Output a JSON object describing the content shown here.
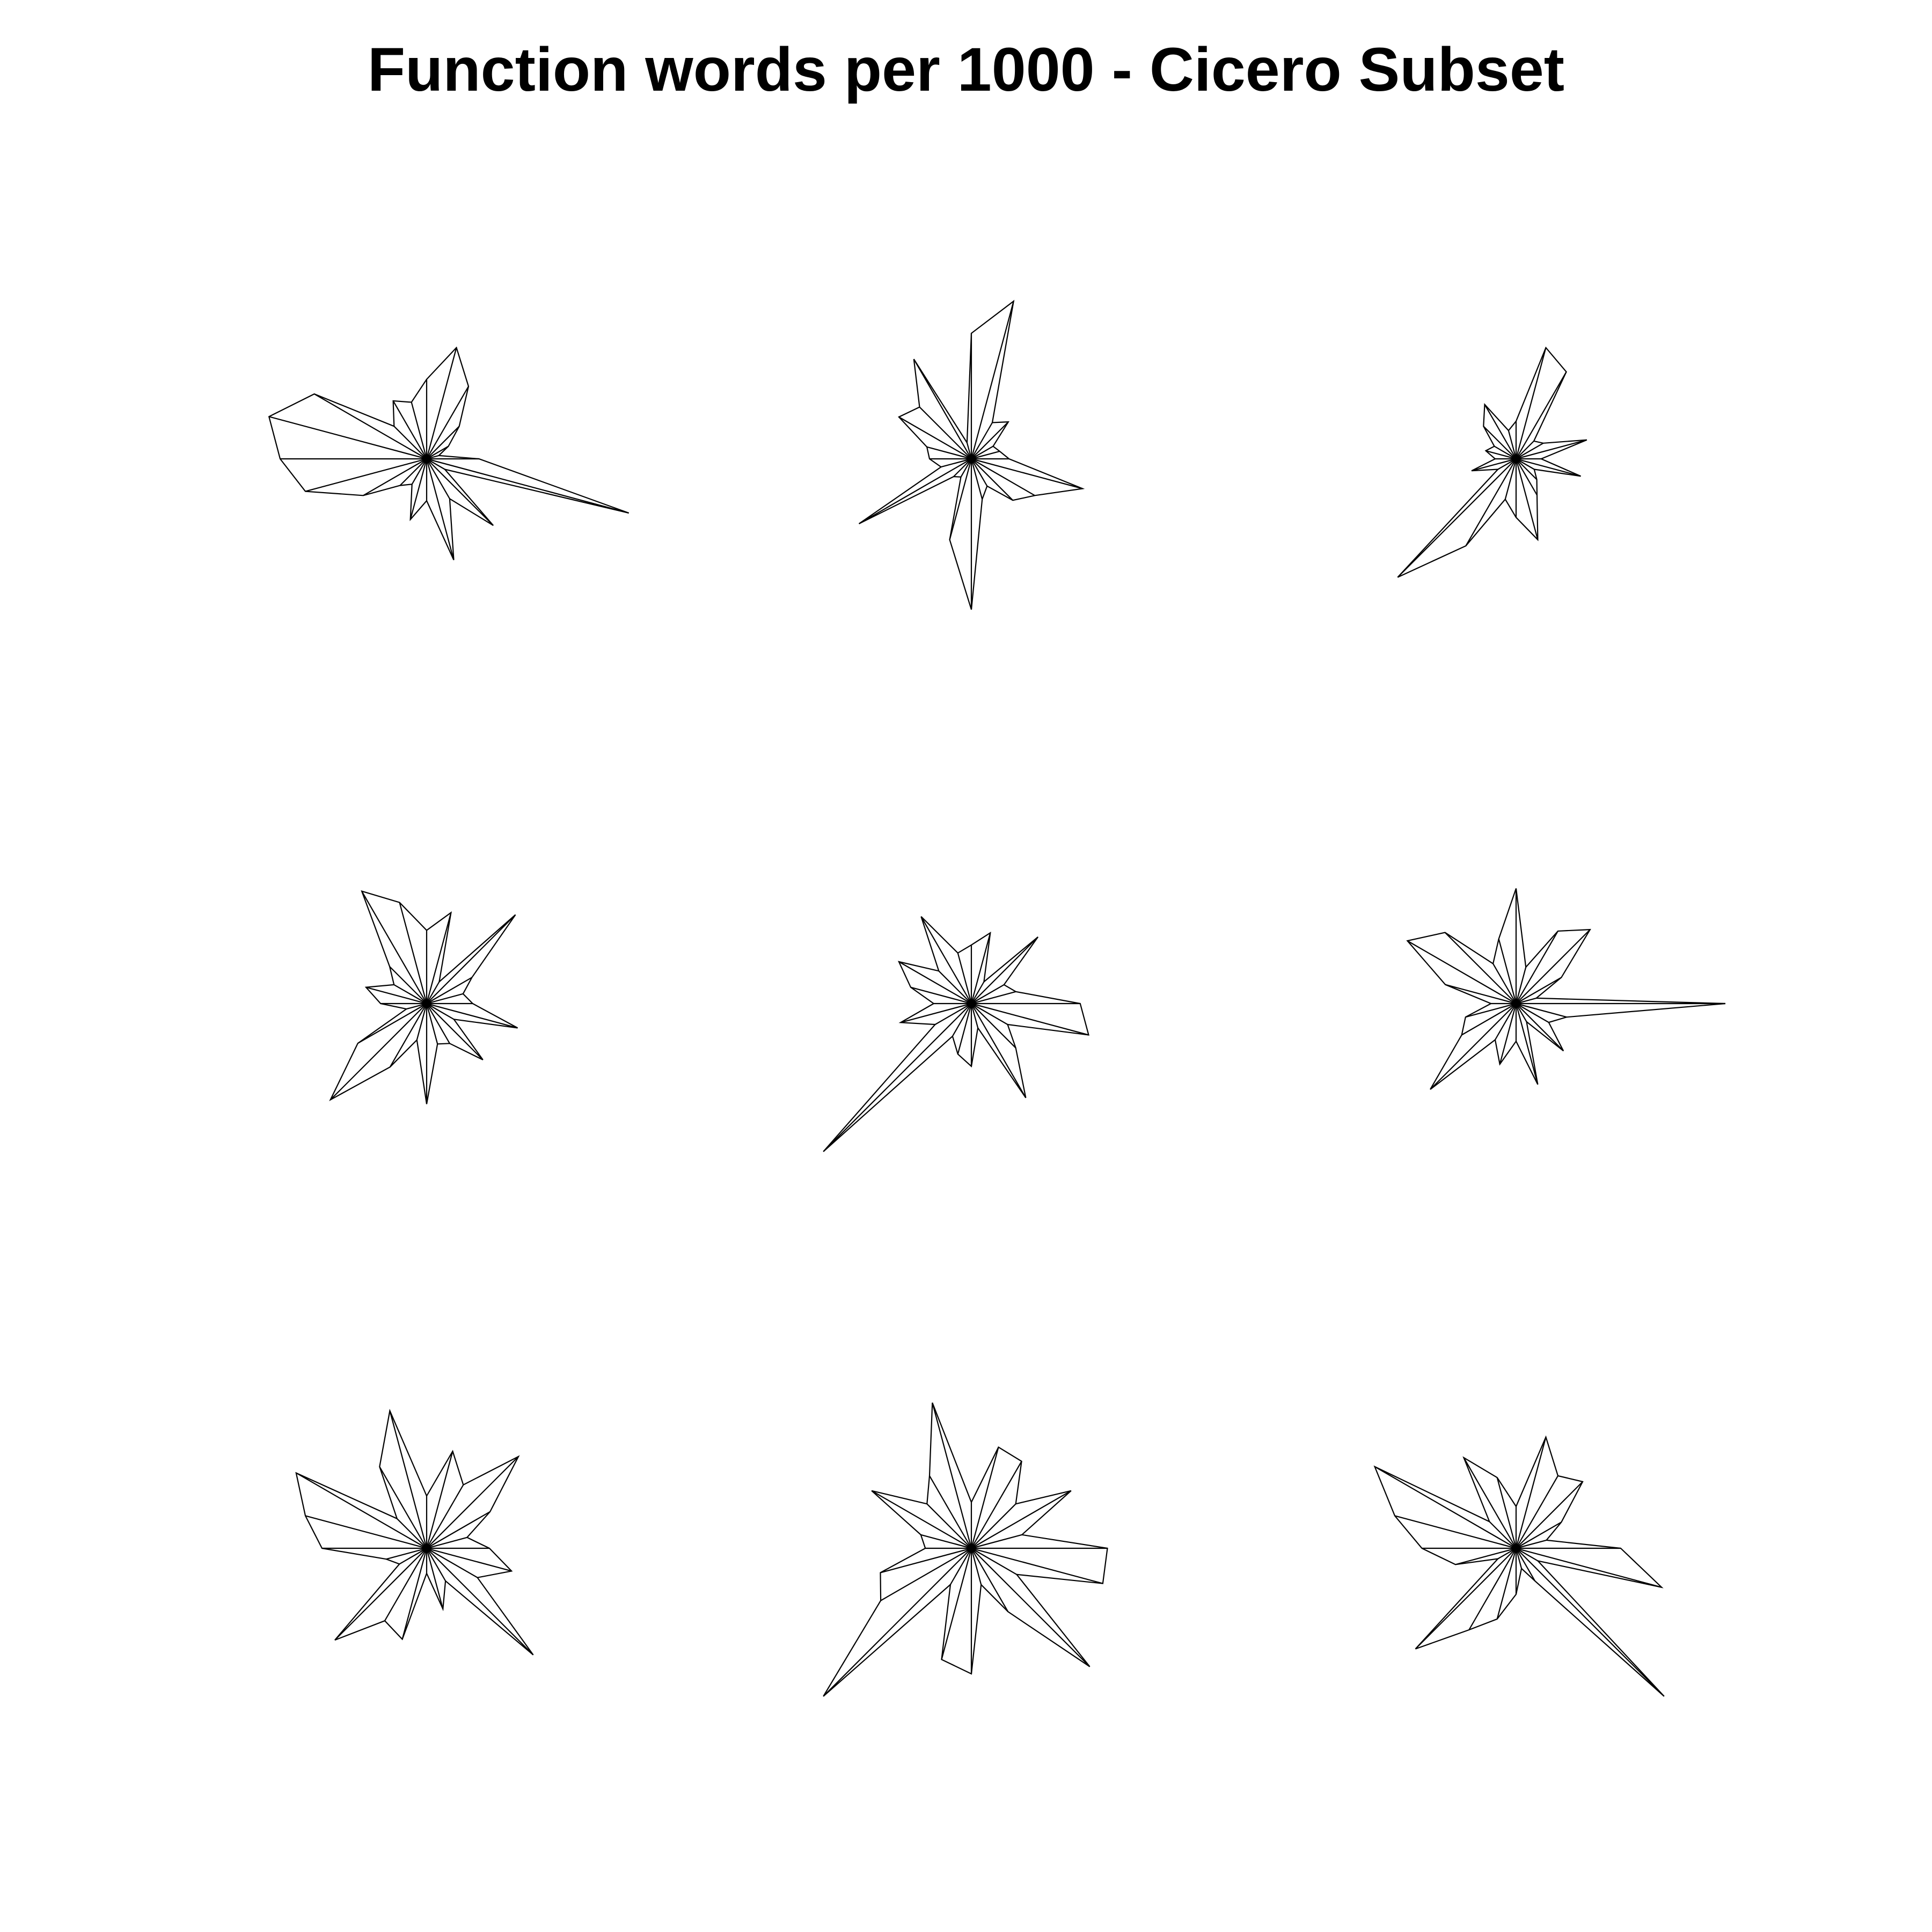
{
  "title": "Function words per 1000 - Cicero Subset",
  "colors": {
    "background": "#ffffff",
    "line": "#000000"
  },
  "chart_data": {
    "type": "star",
    "title": "Function words per 1000 - Cicero Subset",
    "layout": {
      "rows": 3,
      "cols": 3
    },
    "variables_count": 24,
    "scaled_radius": true,
    "stars": [
      {
        "values": [
          0.25,
          0.06,
          0.12,
          0.22,
          0.4,
          0.55,
          0.38,
          0.28,
          0.32,
          0.22,
          0.62,
          0.78,
          0.7,
          0.6,
          0.35,
          0.18,
          0.14,
          0.3,
          0.2,
          0.5,
          0.22,
          0.45,
          0.1,
          1.0
        ]
      },
      {
        "values": [
          0.18,
          0.14,
          0.12,
          0.25,
          0.2,
          0.78,
          0.6,
          0.08,
          0.55,
          0.35,
          0.4,
          0.22,
          0.2,
          0.15,
          0.62,
          0.12,
          0.1,
          0.4,
          0.72,
          0.2,
          0.15,
          0.28,
          0.35,
          0.55
        ]
      },
      {
        "values": [
          0.12,
          0.35,
          0.15,
          0.12,
          0.48,
          0.55,
          0.18,
          0.14,
          0.3,
          0.22,
          0.12,
          0.15,
          0.1,
          0.22,
          0.1,
          0.8,
          0.48,
          0.2,
          0.28,
          0.4,
          0.2,
          0.14,
          0.1,
          0.32
        ]
      },
      {
        "values": [
          0.22,
          0.18,
          0.25,
          0.6,
          0.12,
          0.45,
          0.35,
          0.5,
          0.62,
          0.25,
          0.18,
          0.3,
          0.22,
          0.1,
          0.38,
          0.65,
          0.35,
          0.18,
          0.48,
          0.2,
          0.22,
          0.38,
          0.15,
          0.45
        ]
      },
      {
        "values": [
          0.52,
          0.22,
          0.18,
          0.45,
          0.12,
          0.35,
          0.28,
          0.25,
          0.48,
          0.22,
          0.4,
          0.3,
          0.18,
          0.35,
          0.2,
          1.0,
          0.18,
          0.25,
          0.3,
          0.12,
          0.52,
          0.3,
          0.2,
          0.58
        ]
      },
      {
        "values": [
          1.0,
          0.1,
          0.25,
          0.5,
          0.4,
          0.18,
          0.55,
          0.32,
          0.22,
          0.48,
          0.6,
          0.35,
          0.12,
          0.25,
          0.3,
          0.58,
          0.2,
          0.3,
          0.18,
          0.4,
          0.1,
          0.32,
          0.18,
          0.25
        ]
      },
      {
        "values": [
          0.3,
          0.2,
          0.35,
          0.62,
          0.35,
          0.48,
          0.25,
          0.68,
          0.45,
          0.2,
          0.72,
          0.6,
          0.5,
          0.2,
          0.15,
          0.62,
          0.4,
          0.45,
          0.12,
          0.3,
          0.18,
          0.72,
          0.28,
          0.42
        ]
      },
      {
        "values": [
          0.65,
          0.25,
          0.55,
          0.3,
          0.48,
          0.5,
          0.22,
          0.72,
          0.4,
          0.3,
          0.55,
          0.25,
          0.22,
          0.45,
          0.5,
          1.0,
          0.2,
          0.55,
          0.6,
          0.18,
          0.35,
          0.8,
          0.25,
          0.65
        ]
      },
      {
        "values": [
          0.5,
          0.15,
          0.25,
          0.45,
          0.4,
          0.55,
          0.2,
          0.35,
          0.5,
          0.18,
          0.78,
          0.6,
          0.45,
          0.3,
          0.1,
          0.68,
          0.45,
          0.35,
          0.22,
          0.1,
          0.18,
          1.0,
          0.12,
          0.72
        ]
      }
    ]
  }
}
